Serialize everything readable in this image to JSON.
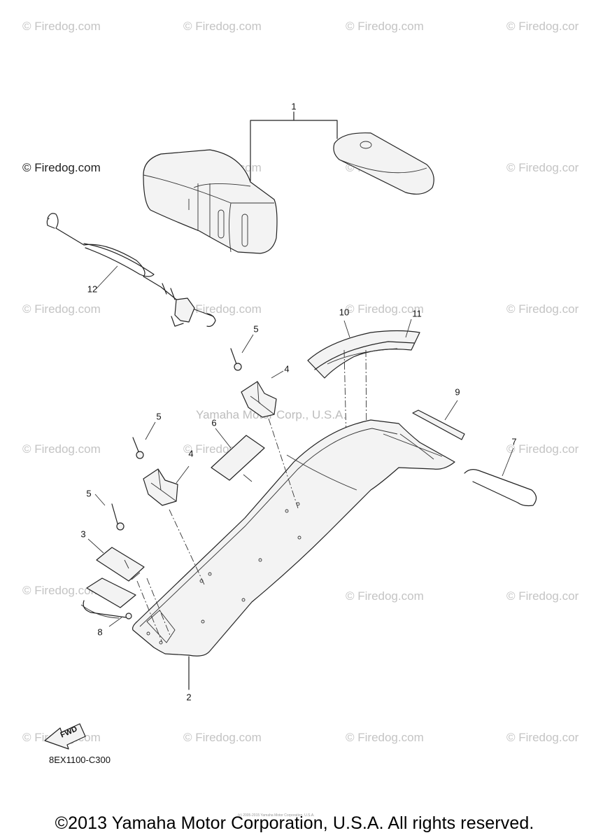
{
  "watermark": {
    "text": "© Firedog.com",
    "short": "© Firedog.cor"
  },
  "callouts": [
    {
      "id": "c1",
      "label": "1"
    },
    {
      "id": "c2",
      "label": "2"
    },
    {
      "id": "c3",
      "label": "3"
    },
    {
      "id": "c4a",
      "label": "4"
    },
    {
      "id": "c4b",
      "label": "4"
    },
    {
      "id": "c5a",
      "label": "5"
    },
    {
      "id": "c5b",
      "label": "5"
    },
    {
      "id": "c5c",
      "label": "5"
    },
    {
      "id": "c6",
      "label": "6"
    },
    {
      "id": "c7",
      "label": "7"
    },
    {
      "id": "c8",
      "label": "8"
    },
    {
      "id": "c9",
      "label": "9"
    },
    {
      "id": "c10",
      "label": "10"
    },
    {
      "id": "c11",
      "label": "11"
    },
    {
      "id": "c12",
      "label": "12"
    }
  ],
  "fwd_label": "FWD",
  "diagram_code": "8EX1100-C300",
  "center_watermark": "Yamaha Motor Corp., U.S.A.",
  "fine_print": "(c) 2005-2015 Yamaha Motor Corporation, U.S.A.",
  "footer": "©2013 Yamaha Motor Corporation, U.S.A. All rights reserved."
}
